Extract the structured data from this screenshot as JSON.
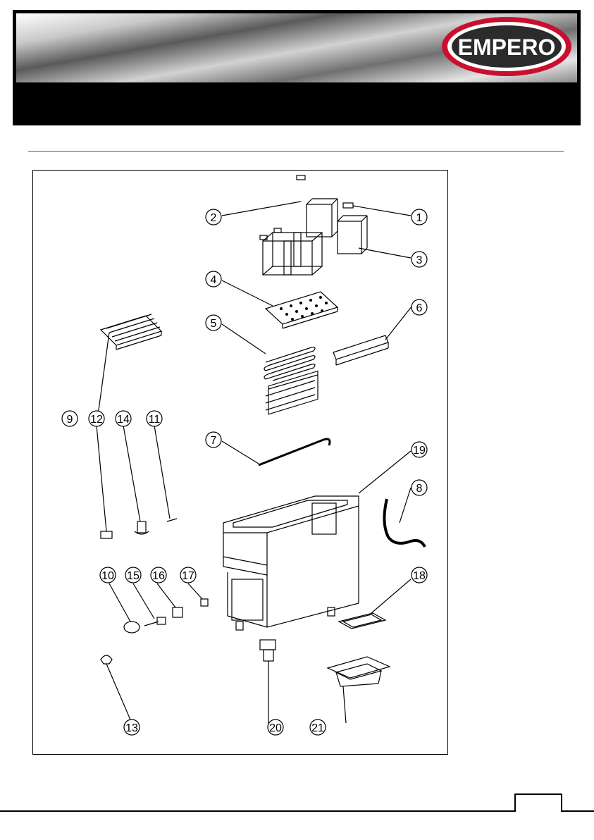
{
  "header": {
    "brand": "EMPERO",
    "brand_colors": {
      "ring": "#c8102e",
      "text": "#ffffff",
      "banner": "#000000"
    }
  },
  "diagram": {
    "callouts": [
      "1",
      "2",
      "3",
      "4",
      "5",
      "6",
      "7",
      "8",
      "9",
      "10",
      "11",
      "12",
      "13",
      "14",
      "15",
      "16",
      "17",
      "18",
      "19",
      "20",
      "21"
    ]
  },
  "footer": {
    "page_number": ""
  }
}
